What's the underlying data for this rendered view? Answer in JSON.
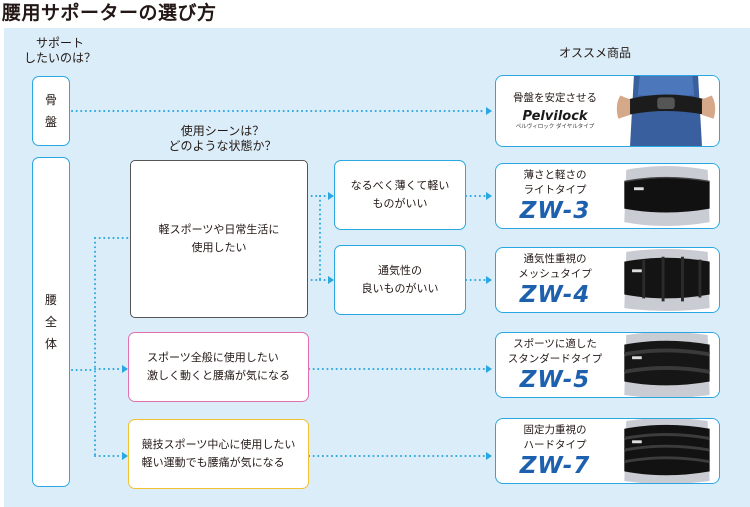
{
  "page_title": "腰用サポーターの選び方",
  "headers": {
    "support_question": "サポート\nしたいのは？",
    "scene_question": "使用シーンは？\nどのような状態か？",
    "recommended": "オススメ商品"
  },
  "areas": {
    "pelvis": [
      "骨",
      "盤"
    ],
    "waist": [
      "腰",
      "全",
      "体"
    ]
  },
  "scenes": {
    "light_sports": "軽スポーツや日常生活に\n使用したい",
    "thin_light": "なるべく薄くて軽い\nものがいい",
    "breathable": "通気性の\n良いものがいい",
    "intense_sports": "スポーツ全般に使用したい\n激しく動くと腰痛が気になる",
    "competitive": "競技スポーツ中心に使用したい\n軽い運動でも腰痛が気になる"
  },
  "products": [
    {
      "desc": "骨盤を安定させる",
      "name": "Pelvilock",
      "sub": "ペルヴィロック ダイヤルタイプ"
    },
    {
      "desc": "薄さと軽さの\nライトタイプ",
      "name": "ZW-3"
    },
    {
      "desc": "通気性重視の\nメッシュタイプ",
      "name": "ZW-4"
    },
    {
      "desc": "スポーツに適した\nスタンダードタイプ",
      "name": "ZW-5"
    },
    {
      "desc": "固定力重視の\nハードタイプ",
      "name": "ZW-7"
    }
  ],
  "colors": {
    "panel_bg": "#daedf8",
    "accent_blue": "#2aa7e0",
    "product_name_blue": "#1d60ae",
    "intense_border": "#e26fb0",
    "competitive_border": "#f2c230"
  }
}
